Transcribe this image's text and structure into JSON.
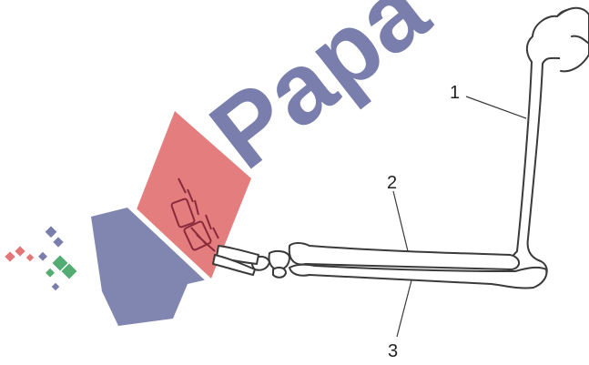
{
  "watermark": {
    "text": "Papa",
    "color_primary": "#7278a8",
    "color_accent": "#e07070",
    "color_green": "#4aa86a"
  },
  "labels": [
    {
      "id": "humerus",
      "text": "1"
    },
    {
      "id": "radius",
      "text": "2"
    },
    {
      "id": "ulna",
      "text": "3"
    }
  ],
  "colors": {
    "bone_outline": "#3a3a3a",
    "bone_fill": "#ffffff",
    "label": "#222222"
  }
}
